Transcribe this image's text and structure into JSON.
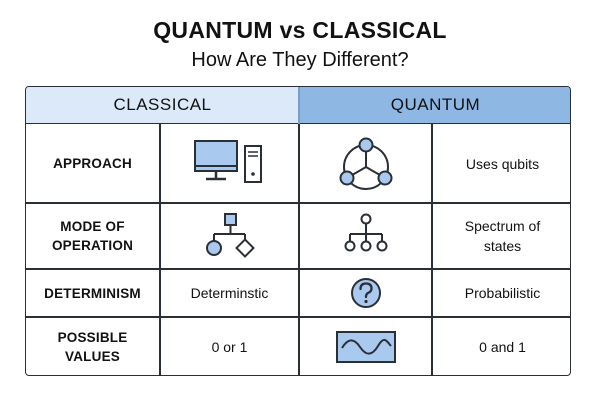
{
  "title": "QUANTUM vs CLASSICAL",
  "subtitle": "How Are They Different?",
  "colors": {
    "classical_header_bg": "#dbe9f8",
    "quantum_header_bg": "#8fb7e4",
    "icon_fill": "#a9c9ee",
    "line": "#2a2f36"
  },
  "columns": {
    "classical": "CLASSICAL",
    "quantum": "QUANTUM"
  },
  "rows": [
    {
      "label": "APPROACH",
      "classical_icon": "computer-icon",
      "classical_text": "",
      "quantum_icon": "qubit-network-icon",
      "quantum_text": "Uses qubits"
    },
    {
      "label": "MODE OF OPERATION",
      "classical_icon": "flowchart-icon",
      "classical_text": "",
      "quantum_icon": "branching-tree-icon",
      "quantum_text": "Spectrum of states"
    },
    {
      "label": "DETERMINISM",
      "classical_icon": "",
      "classical_text": "Determinstic",
      "quantum_icon": "question-mark-icon",
      "quantum_text": "Probabilistic"
    },
    {
      "label": "POSSIBLE VALUES",
      "classical_icon": "",
      "classical_text": "0 or 1",
      "quantum_icon": "wave-icon",
      "quantum_text": "0 and 1"
    }
  ]
}
